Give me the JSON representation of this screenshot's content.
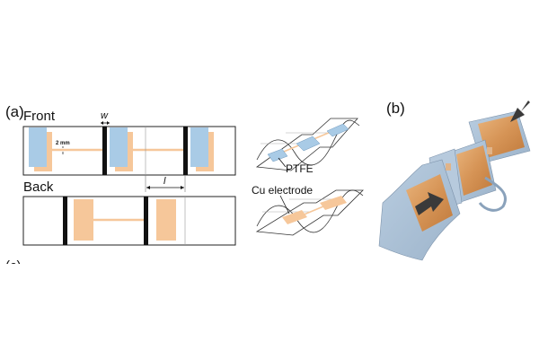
{
  "panel_a": {
    "label": "(a)",
    "front_label": "Front",
    "back_label": "Back",
    "width_label": "w",
    "gap_label": "2 mm",
    "length_label": "l",
    "ptfe_label": "PTFE",
    "cu_label": "Cu electrode"
  },
  "panel_b": {
    "label": "(b)"
  },
  "panel_c": {
    "label": "(c)"
  },
  "colors": {
    "ptfe_blue": "#a9cbe6",
    "copper": "#f6c79a",
    "copper_dark": "#c98a4e",
    "paper_blue": "#a9bfd6",
    "outline": "#222222"
  }
}
